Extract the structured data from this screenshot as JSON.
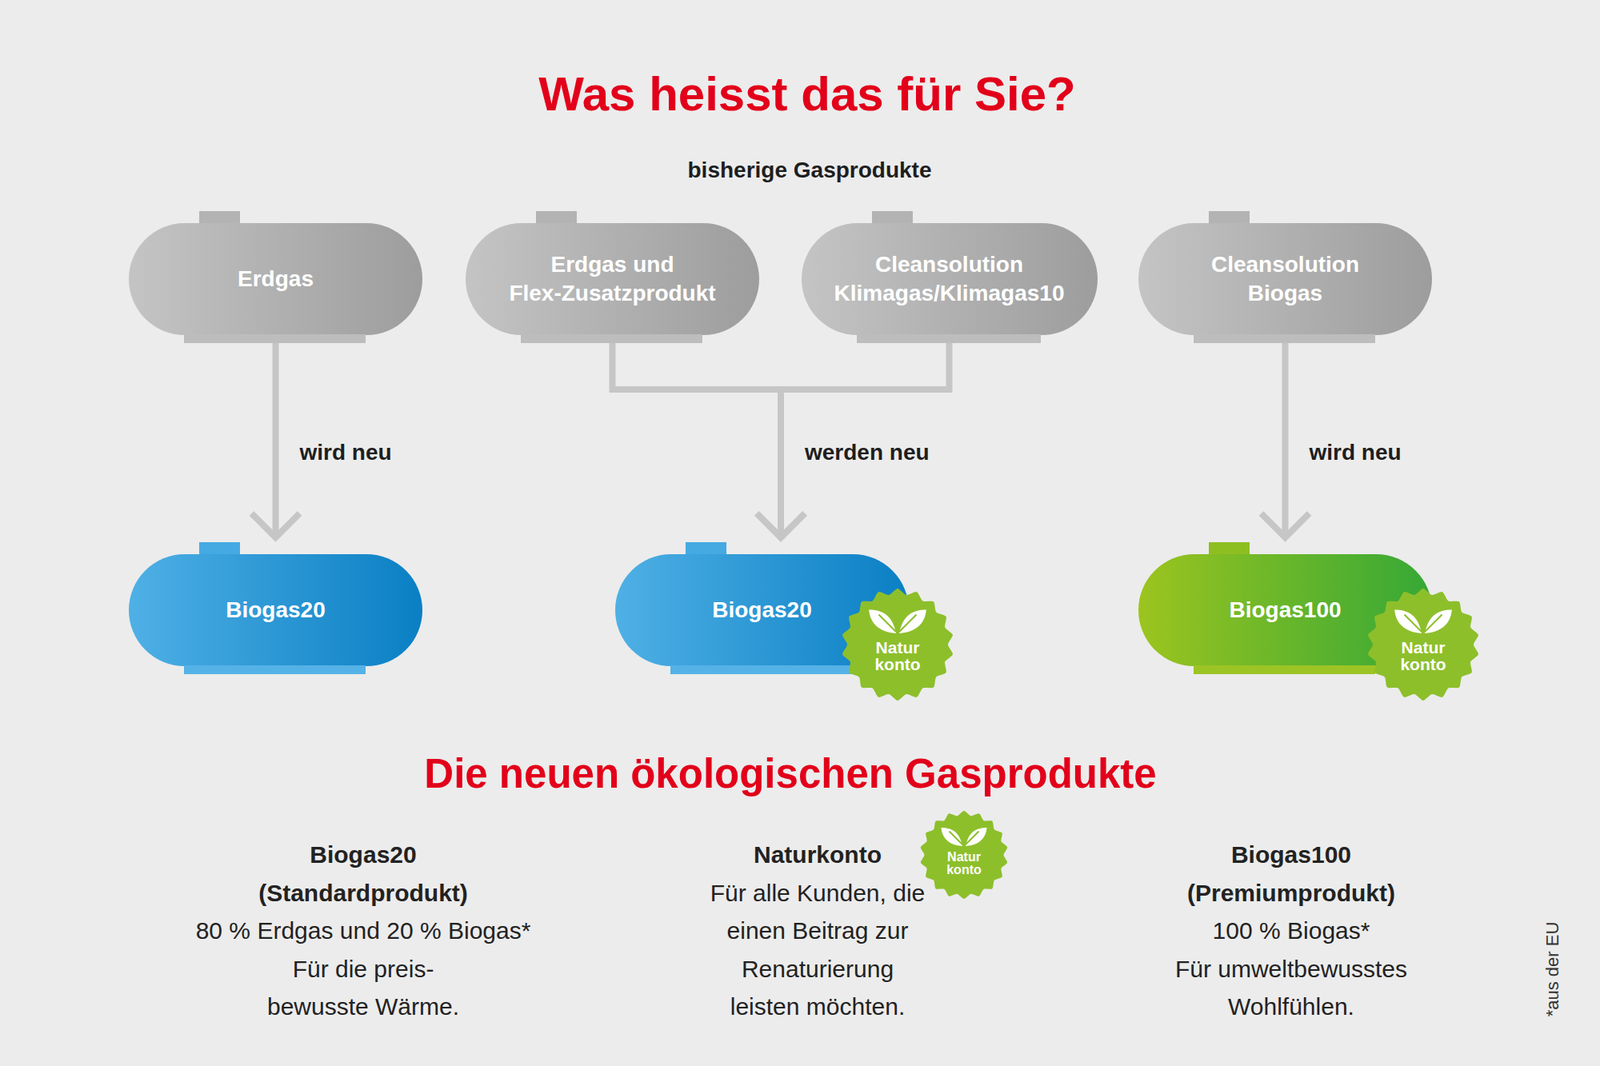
{
  "diagram": {
    "title": "Was heisst das für Sie?",
    "nodes": [
      {
        "text": [
          "Erdgas"
        ]
      },
      {
        "text": [
          "Erdgas und Flex-Zusatzprodukt"
        ]
      },
      {
        "text": [
          "Cleansolution Klimagas/Klimagas10"
        ]
      },
      {
        "text": [
          "Cleansolution Biogas"
        ]
      },
      {
        "text": [
          "Biogas20"
        ]
      },
      {
        "text": [
          "Biogas20"
        ]
      },
      {
        "text": [
          "Natur konto"
        ]
      },
      {
        "text": [
          "Biogas100"
        ]
      },
      {
        "text": [
          "Natur konto"
        ]
      },
      {
        "text": [
          "Natur konto"
        ]
      }
    ],
    "edges": [
      {
        "from": 0,
        "to": 4,
        "arrow": "to",
        "label": "wird neu"
      },
      {
        "from": 1,
        "to": 5,
        "arrow": "to",
        "label": "werden neu"
      },
      {
        "from": 2,
        "to": 5,
        "arrow": "to"
      },
      {
        "from": 3,
        "to": 7,
        "arrow": "to",
        "label": "wird neu"
      }
    ],
    "labels": [
      "bisherige Gasprodukte",
      "Die neuen ökologischen Gasprodukte",
      "Biogas20 (Standardprodukt)",
      "80 % Erdgas und 20 % Biogas*",
      "Für die preis- bewusste Wärme.",
      "Naturkonto",
      "Für alle Kunden, die einen Beitrag zur Renaturierung leisten möchten.",
      "Biogas100 (Premiumprodukt)",
      "100 % Biogas*",
      "Für umweltbewusstes Wohlfühlen.",
      "*aus der EU"
    ]
  }
}
